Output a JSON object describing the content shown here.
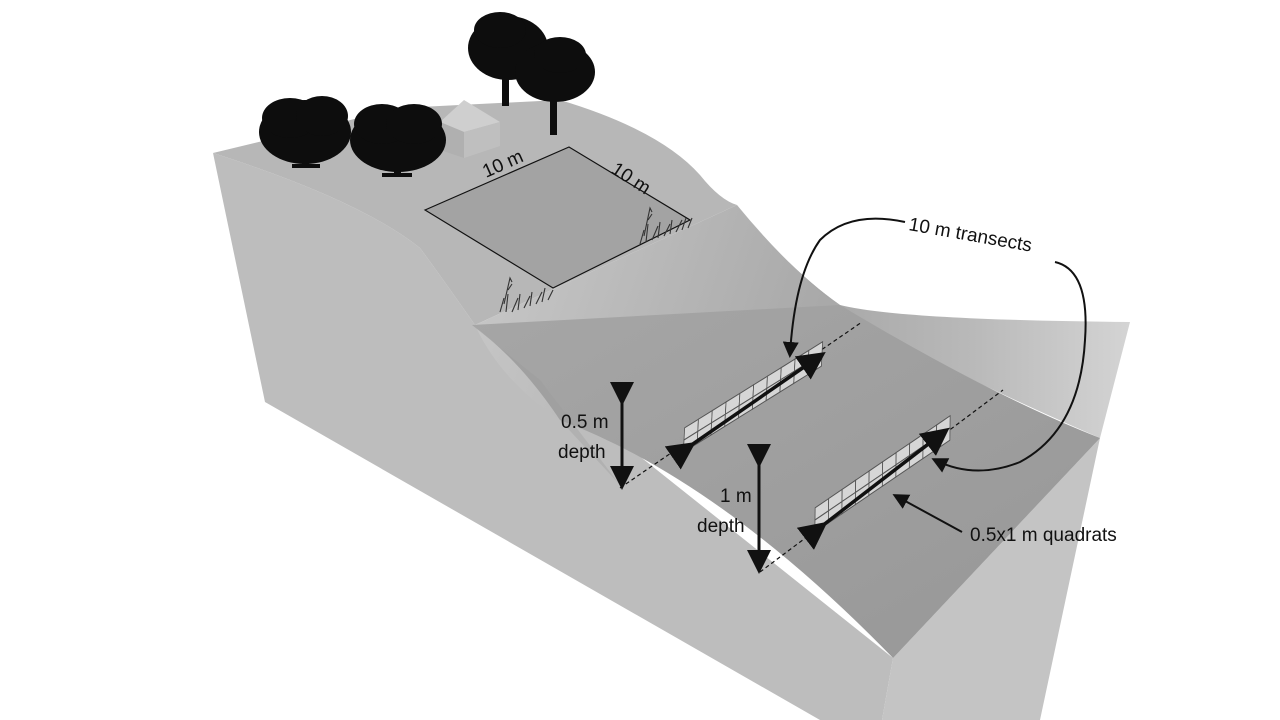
{
  "labels": {
    "plot_side_a": "10 m",
    "plot_side_b": "10 m",
    "transects": "10 m transects",
    "depth_shallow_value": "0.5 m",
    "depth_shallow_word": "depth",
    "depth_deep_value": "1 m",
    "depth_deep_word": "depth",
    "quadrats": "0.5x1 m quadrats"
  },
  "icons": {
    "trees": "tree-silhouette-icon",
    "house": "house-icon",
    "grass": "grass-tuft-icon"
  },
  "colors": {
    "slab_side": "#bcbcbc",
    "slab_top": "#aaaaaa",
    "ink": "#111111"
  }
}
